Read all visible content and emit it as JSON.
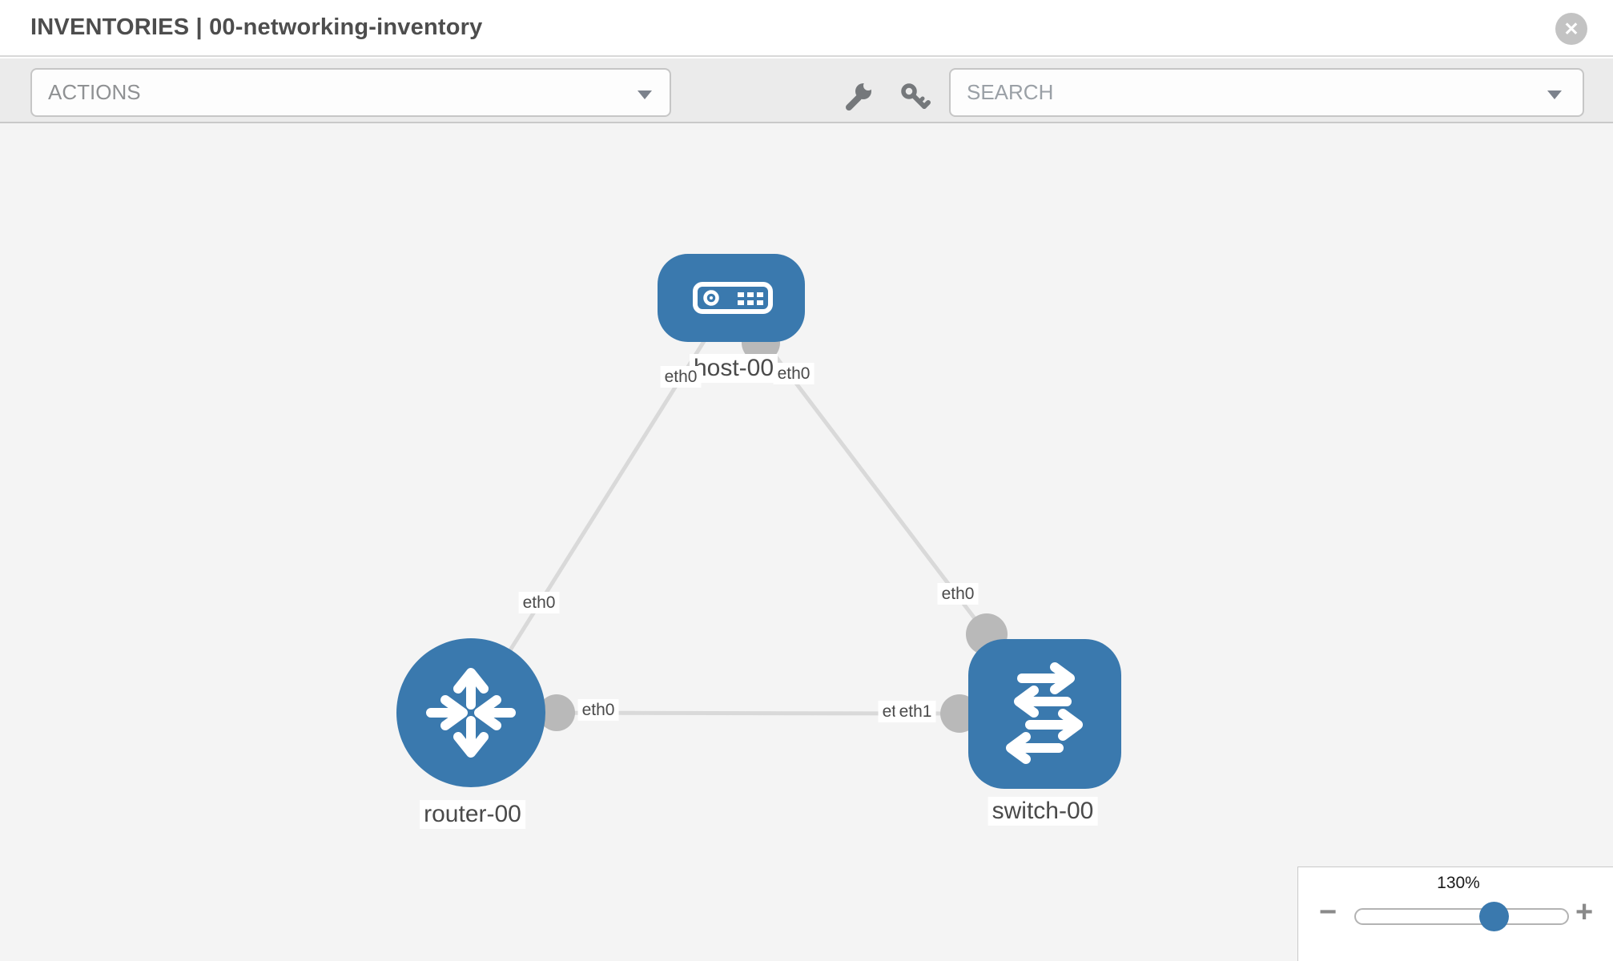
{
  "header": {
    "title": "INVENTORIES | 00-networking-inventory",
    "close_glyph": "✕"
  },
  "toolbar": {
    "actions_label": "ACTIONS",
    "search_placeholder": "SEARCH"
  },
  "canvas": {
    "nodes": [
      {
        "id": "host-00",
        "type": "host",
        "label": "host-00"
      },
      {
        "id": "router-00",
        "type": "router",
        "label": "router-00"
      },
      {
        "id": "switch-00",
        "type": "switch",
        "label": "switch-00"
      }
    ],
    "links": [
      {
        "source": "host-00",
        "target": "router-00",
        "source_interface": "eth0",
        "target_interface": "eth0"
      },
      {
        "source": "host-00",
        "target": "switch-00",
        "source_interface": "eth0",
        "target_interface": "eth0"
      },
      {
        "source": "router-00",
        "target": "switch-00",
        "source_interface": "eth0",
        "target_interface": "eth1"
      }
    ],
    "occluded_interface_label": "eth0"
  },
  "zoom": {
    "level": "130%",
    "minus_glyph": "−",
    "plus_glyph": "+"
  },
  "colors": {
    "node_blue": "#3a79ae",
    "link_gray": "#d9d9d9",
    "port_gray": "#b9b9b9",
    "label_text": "#4a4a4a"
  }
}
